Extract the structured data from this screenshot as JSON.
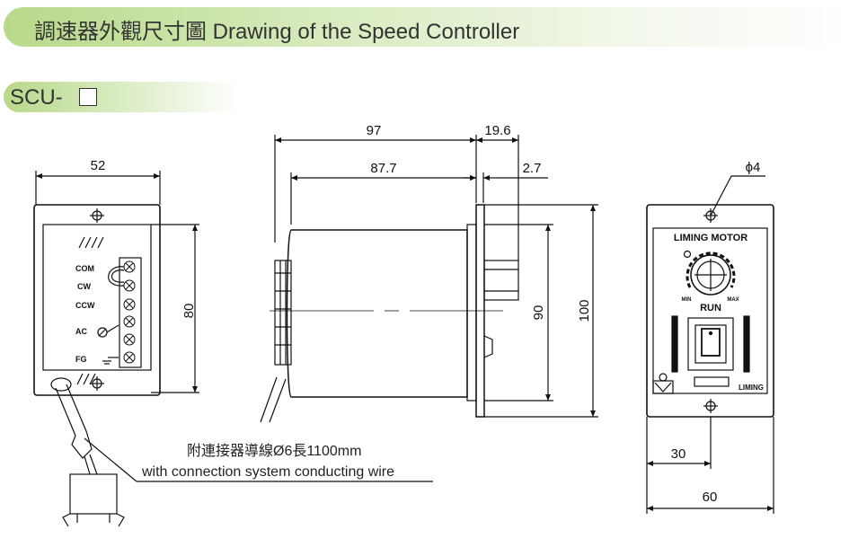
{
  "header": {
    "title": "調速器外觀尺寸圖 Drawing of the Speed Controller"
  },
  "model": {
    "label": "SCU-"
  },
  "front_view": {
    "width_dim": "52",
    "height_dim": "80",
    "terminals": [
      "COM",
      "CW",
      "CCW",
      "AC",
      "FG"
    ]
  },
  "side_view": {
    "total_length_dim": "97",
    "body_length_dim": "87.7",
    "shaft_dim": "19.6",
    "flange_dim": "2.7",
    "inner_height_dim": "90",
    "outer_height_dim": "100"
  },
  "panel_view": {
    "hole_dim": "ϕ4",
    "brand_text": "LIMING MOTOR",
    "min_label": "MIN",
    "max_label": "MAX",
    "run_label": "RUN",
    "logo_text": "LIMING",
    "half_width_dim": "30",
    "width_dim": "60"
  },
  "cable_note": {
    "line1": "附連接器導線Ø6長1100mm",
    "line2": "with connection system conducting wire"
  }
}
